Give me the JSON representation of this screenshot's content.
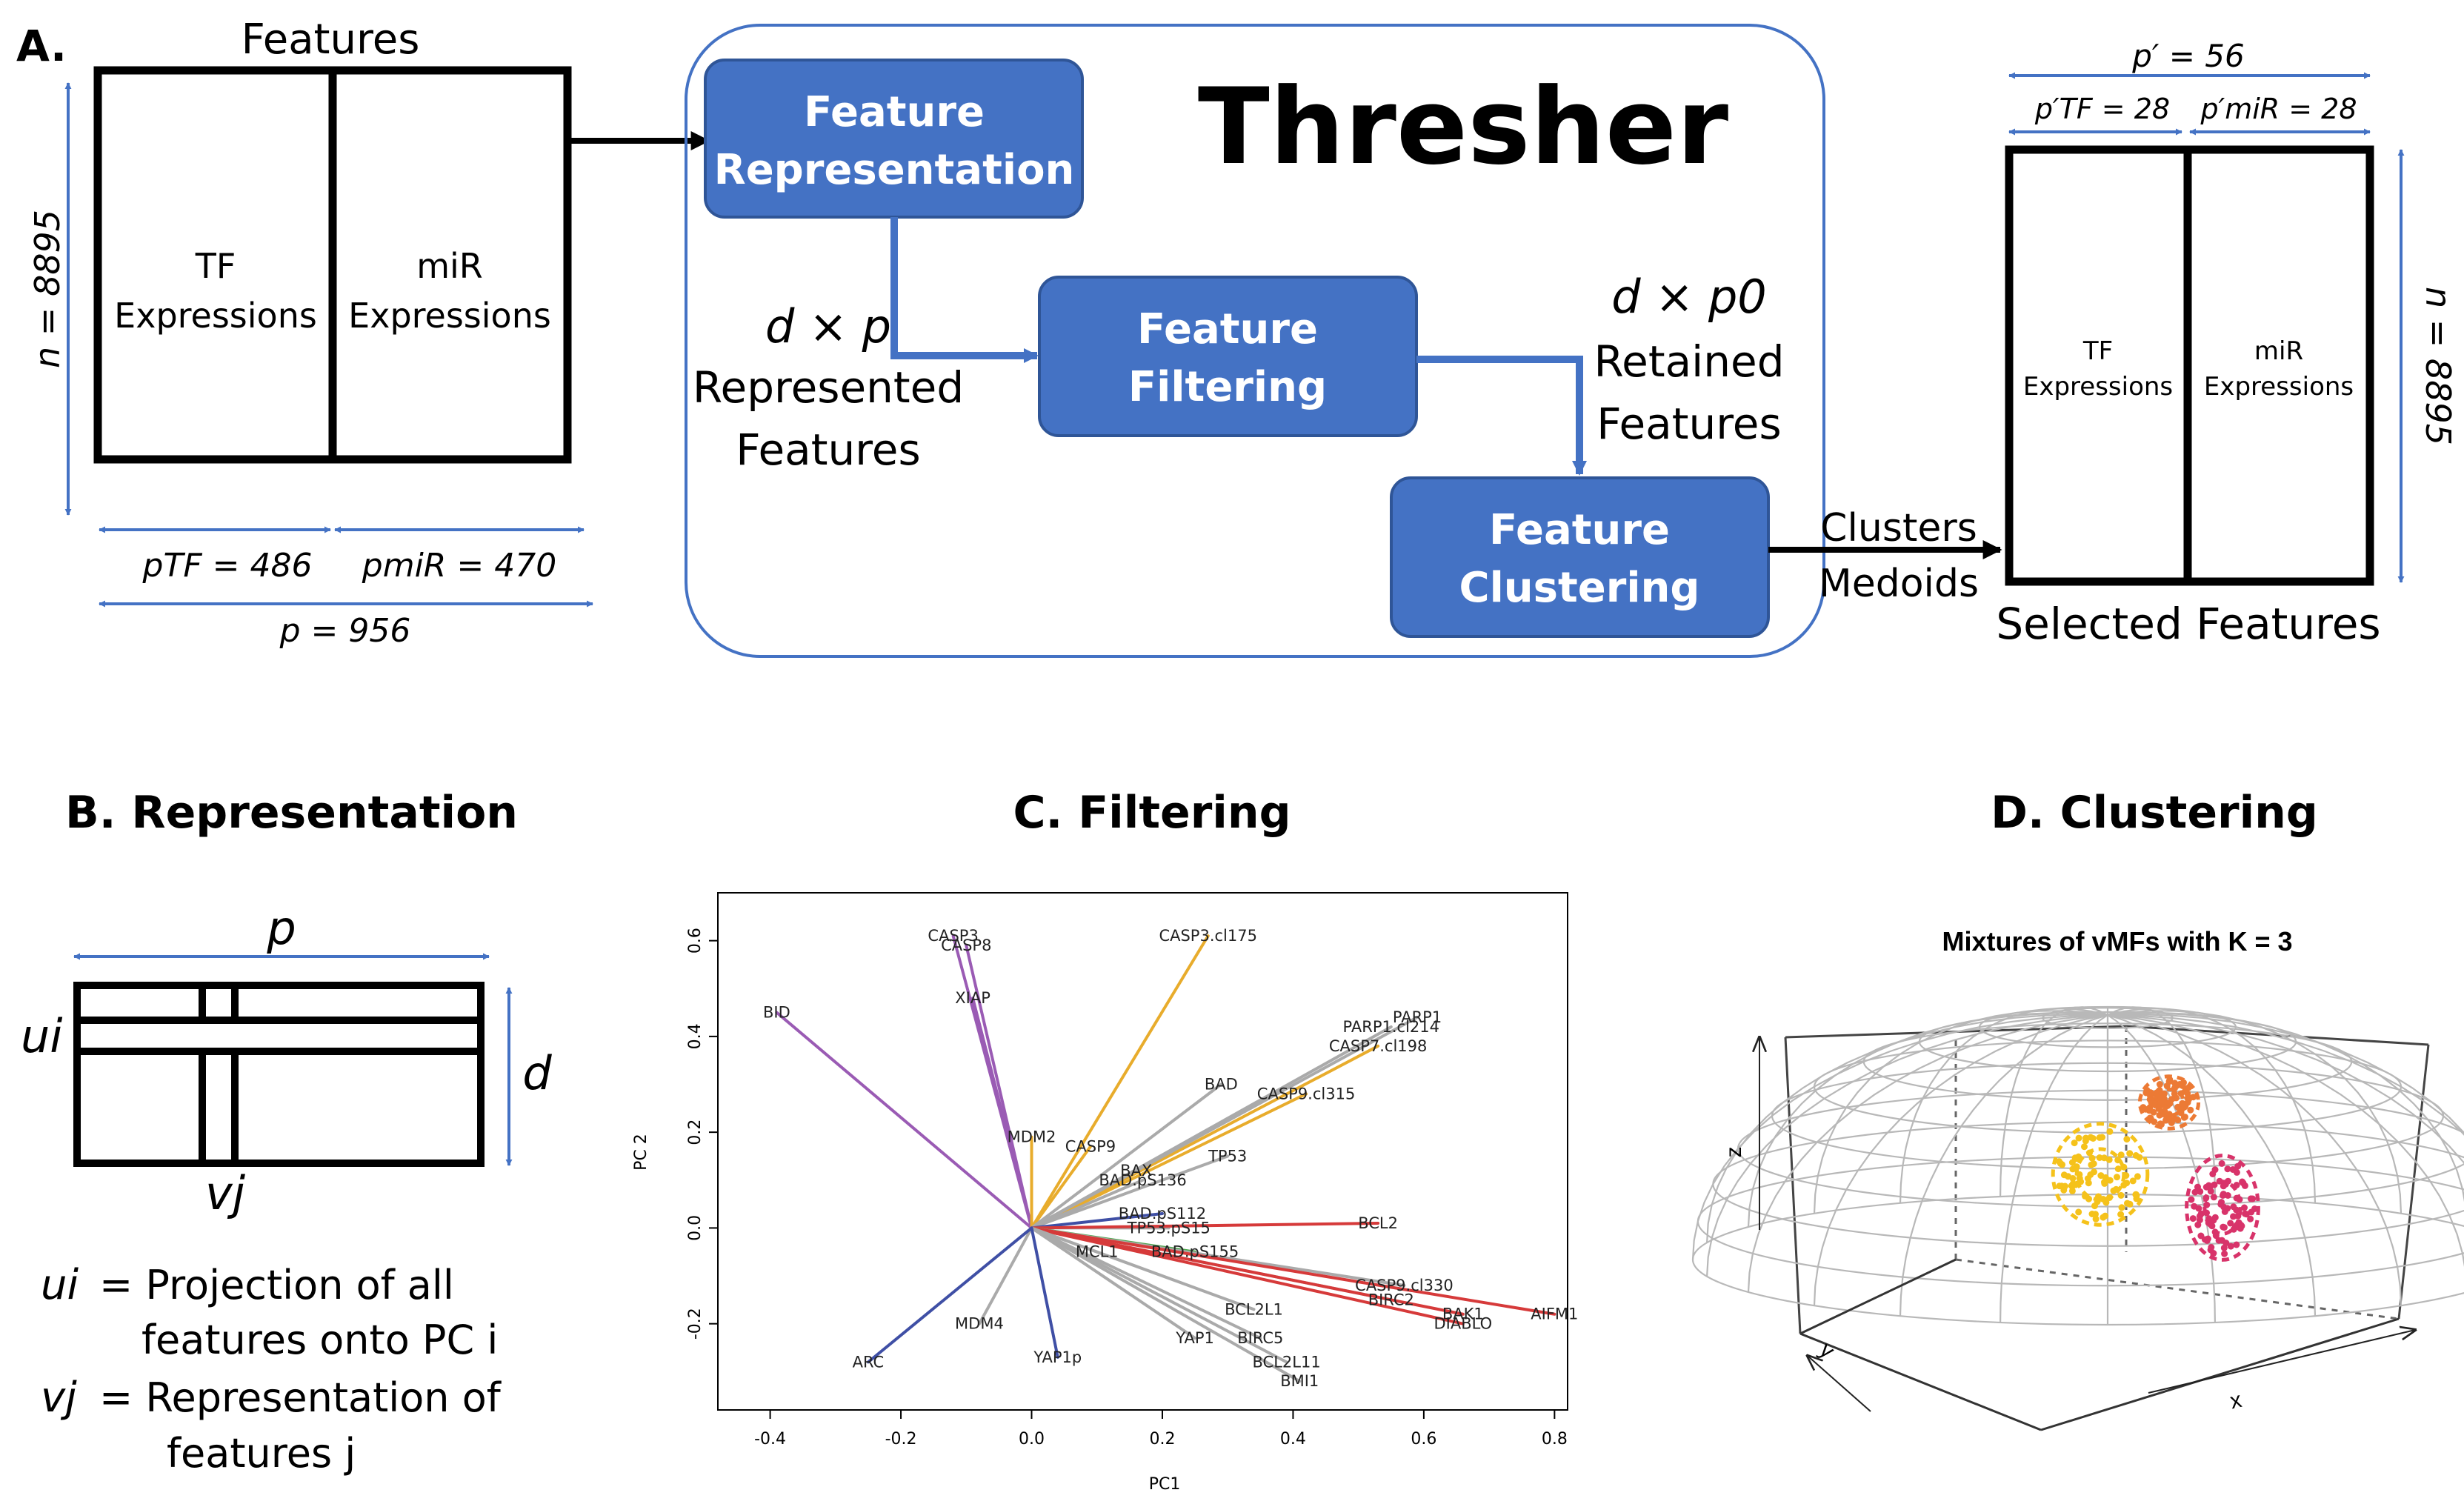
{
  "panelA": {
    "label": "A.",
    "features_title": "Features",
    "n_left": "n = 8895",
    "tf_line1": "TF",
    "tf_line2": "Expressions",
    "mir_line1": "miR",
    "mir_line2": "Expressions",
    "p_tf": "pTF = 486",
    "p_mir": "pmiR = 470",
    "p_total": "p = 956",
    "thresher": "Thresher",
    "box_rep_1": "Feature",
    "box_rep_2": "Representation",
    "box_filt_1": "Feature",
    "box_filt_2": "Filtering",
    "box_clus_1": "Feature",
    "box_clus_2": "Clustering",
    "dxp": "d × p",
    "represented_1": "Represented",
    "represented_2": "Features",
    "dxp0": "d × p0",
    "retained_1": "Retained",
    "retained_2": "Features",
    "clusters": "Clusters",
    "medoids": "Medoids",
    "p_prime": "p′ = 56",
    "p_prime_tf": "p′TF = 28",
    "p_prime_mir": "p′miR = 28",
    "n_right": "n = 8895",
    "sel_tf_1": "TF",
    "sel_tf_2": "Expressions",
    "sel_mir_1": "miR",
    "sel_mir_2": "Expressions",
    "selected": "Selected Features",
    "accent": "#4472c4"
  },
  "panelB": {
    "title": "B. Representation",
    "p": "p",
    "ui": "ui",
    "d": "d",
    "vj": "vj",
    "ui_def_1": "= Projection of all",
    "ui_def_2": "features onto PC i",
    "vj_def_1": "= Representation of",
    "vj_def_2": "features j"
  },
  "panelC": {
    "title": "C. Filtering",
    "chart_data": {
      "type": "biplot",
      "xlabel": "PC1",
      "ylabel": "PC 2",
      "xlim": [
        -0.48,
        0.82
      ],
      "ylim": [
        -0.38,
        0.7
      ],
      "xticks": [
        -0.4,
        -0.2,
        0.0,
        0.2,
        0.4,
        0.6,
        0.8
      ],
      "xtick_labels": [
        "-0.4",
        "-0.2",
        "0.0",
        "0.2",
        "0.4",
        "0.6",
        "0.8"
      ],
      "yticks": [
        -0.2,
        0.0,
        0.2,
        0.4,
        0.6
      ],
      "ytick_labels": [
        "-0.2",
        "0.0",
        "0.2",
        "0.4",
        "0.6"
      ],
      "vectors": [
        {
          "name": "CASP3",
          "x": -0.12,
          "y": 0.61,
          "color": "#9a5bb4"
        },
        {
          "name": "CASP8",
          "x": -0.1,
          "y": 0.59,
          "color": "#9a5bb4"
        },
        {
          "name": "XIAP",
          "x": -0.09,
          "y": 0.48,
          "color": "#9a5bb4"
        },
        {
          "name": "BID",
          "x": -0.39,
          "y": 0.45,
          "color": "#9a5bb4"
        },
        {
          "name": "MDM2",
          "x": 0.0,
          "y": 0.19,
          "color": "#e8ac2c"
        },
        {
          "name": "CASP3.cl175",
          "x": 0.27,
          "y": 0.61,
          "color": "#e8ac2c"
        },
        {
          "name": "CASP9",
          "x": 0.09,
          "y": 0.17,
          "color": "#e8ac2c"
        },
        {
          "name": "CASP9.cl315",
          "x": 0.42,
          "y": 0.28,
          "color": "#e8ac2c"
        },
        {
          "name": "CASP7.cl198",
          "x": 0.53,
          "y": 0.38,
          "color": "#e8ac2c"
        },
        {
          "name": "PARP1",
          "x": 0.59,
          "y": 0.44,
          "color": "#aaaaaa"
        },
        {
          "name": "PARP1.cl214",
          "x": 0.55,
          "y": 0.42,
          "color": "#aaaaaa"
        },
        {
          "name": "BAD",
          "x": 0.29,
          "y": 0.3,
          "color": "#aaaaaa"
        },
        {
          "name": "TP53",
          "x": 0.3,
          "y": 0.15,
          "color": "#aaaaaa"
        },
        {
          "name": "BAX",
          "x": 0.16,
          "y": 0.12,
          "color": "#aaaaaa"
        },
        {
          "name": "BAD.pS136",
          "x": 0.17,
          "y": 0.1,
          "color": "#aaaaaa"
        },
        {
          "name": "BAD.pS112",
          "x": 0.2,
          "y": 0.03,
          "color": "#3f4fa5"
        },
        {
          "name": "TP53.pS15",
          "x": 0.21,
          "y": 0.0,
          "color": "#aaaaaa"
        },
        {
          "name": "BCL2",
          "x": 0.53,
          "y": 0.01,
          "color": "#d63a3a"
        },
        {
          "name": "BAD.pS155",
          "x": 0.25,
          "y": -0.05,
          "color": "#4ca64c"
        },
        {
          "name": "MCL1",
          "x": 0.1,
          "y": -0.05,
          "color": "#aaaaaa"
        },
        {
          "name": "CASP9.cl330",
          "x": 0.57,
          "y": -0.12,
          "color": "#aaaaaa"
        },
        {
          "name": "BIRC2",
          "x": 0.55,
          "y": -0.15,
          "color": "#aaaaaa"
        },
        {
          "name": "BAK1",
          "x": 0.66,
          "y": -0.18,
          "color": "#d63a3a"
        },
        {
          "name": "DIABLO",
          "x": 0.66,
          "y": -0.2,
          "color": "#d63a3a"
        },
        {
          "name": "AIFM1",
          "x": 0.8,
          "y": -0.18,
          "color": "#d63a3a"
        },
        {
          "name": "BCL2L1",
          "x": 0.34,
          "y": -0.17,
          "color": "#aaaaaa"
        },
        {
          "name": "YAP1",
          "x": 0.25,
          "y": -0.23,
          "color": "#aaaaaa"
        },
        {
          "name": "BIRC5",
          "x": 0.35,
          "y": -0.23,
          "color": "#aaaaaa"
        },
        {
          "name": "BCL2L11",
          "x": 0.39,
          "y": -0.28,
          "color": "#aaaaaa"
        },
        {
          "name": "BMI1",
          "x": 0.41,
          "y": -0.32,
          "color": "#aaaaaa"
        },
        {
          "name": "MDM4",
          "x": -0.08,
          "y": -0.2,
          "color": "#aaaaaa"
        },
        {
          "name": "YAP1p",
          "x": 0.04,
          "y": -0.27,
          "color": "#3f4fa5"
        },
        {
          "name": "ARC",
          "x": -0.25,
          "y": -0.28,
          "color": "#3f4fa5"
        }
      ]
    }
  },
  "panelD": {
    "title": "D. Clustering",
    "plot_title": "Mixtures of vMFs with K = 3",
    "axis_x": "x",
    "axis_y": "y",
    "axis_z": "z",
    "cluster_colors": [
      "#f5c21b",
      "#ec7a35",
      "#d8336a"
    ]
  }
}
